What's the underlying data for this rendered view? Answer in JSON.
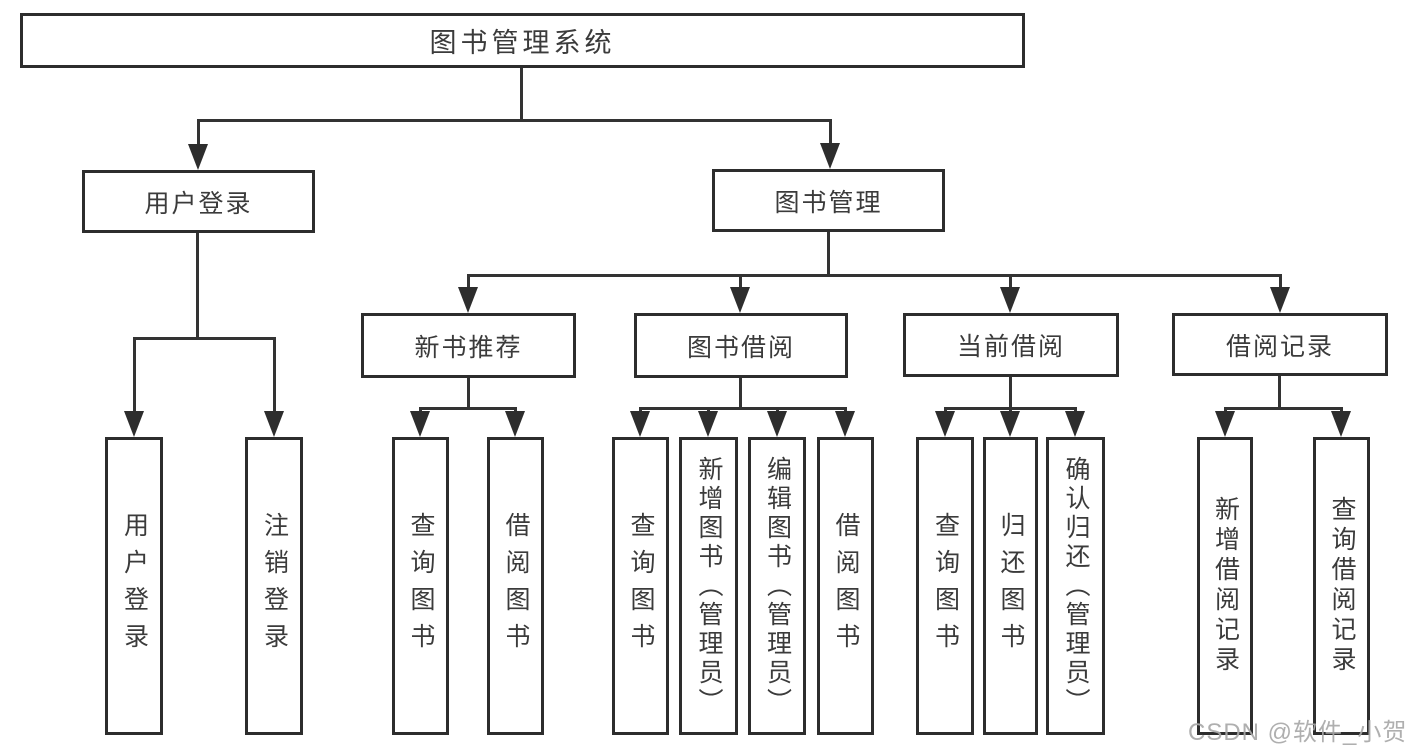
{
  "tree": {
    "root": {
      "label": "图书管理系统"
    },
    "level2": {
      "user_login": {
        "label": "用户登录"
      },
      "book_mgmt": {
        "label": "图书管理"
      }
    },
    "level3": {
      "new_book": {
        "label": "新书推荐"
      },
      "borrow": {
        "label": "图书借阅"
      },
      "current": {
        "label": "当前借阅"
      },
      "records": {
        "label": "借阅记录"
      }
    },
    "leaves": {
      "user_login": [
        "用户登录",
        "注销登录"
      ],
      "new_book": [
        "查询图书",
        "借阅图书"
      ],
      "borrow": [
        "查询图书",
        "新增图书（管理员）",
        "编辑图书（管理员）",
        "借阅图书"
      ],
      "current": [
        "查询图书",
        "归还图书",
        "确认归还（管理员）"
      ],
      "records": [
        "新增借阅记录",
        "查询借阅记录"
      ]
    }
  },
  "watermark": {
    "text": "CSDN @软件_小贺同学"
  },
  "colors": {
    "background": "#ffffff",
    "border": "#2d2d2d",
    "line": "#333333",
    "text": "#3b3b3b",
    "watermark": "#a8a8a8"
  }
}
